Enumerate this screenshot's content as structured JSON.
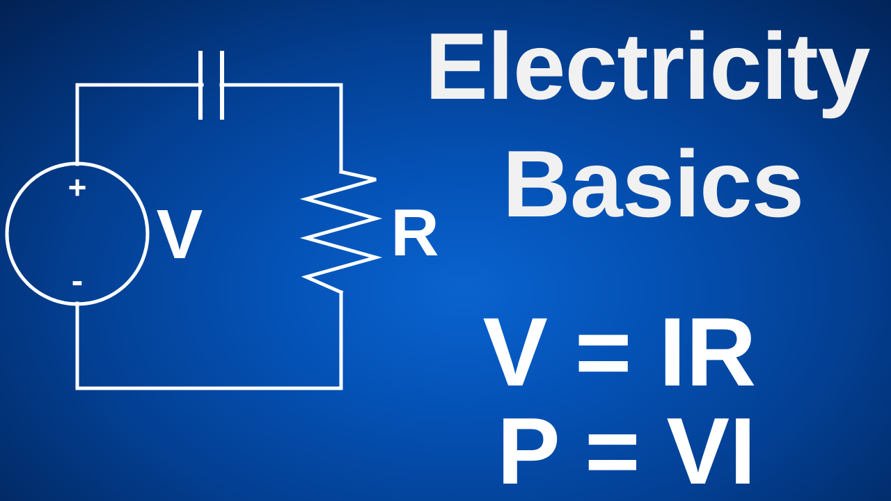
{
  "title": {
    "line1": "Electricity",
    "line2": "Basics"
  },
  "equations": [
    "V = IR",
    "P = VI"
  ],
  "circuit": {
    "source_label": "V",
    "resistor_label": "R",
    "plus_sign": "+",
    "minus_sign": "-"
  },
  "colors": {
    "background_center": "#0a63cf",
    "background_edge": "#021f4f",
    "foreground": "#ffffff"
  }
}
